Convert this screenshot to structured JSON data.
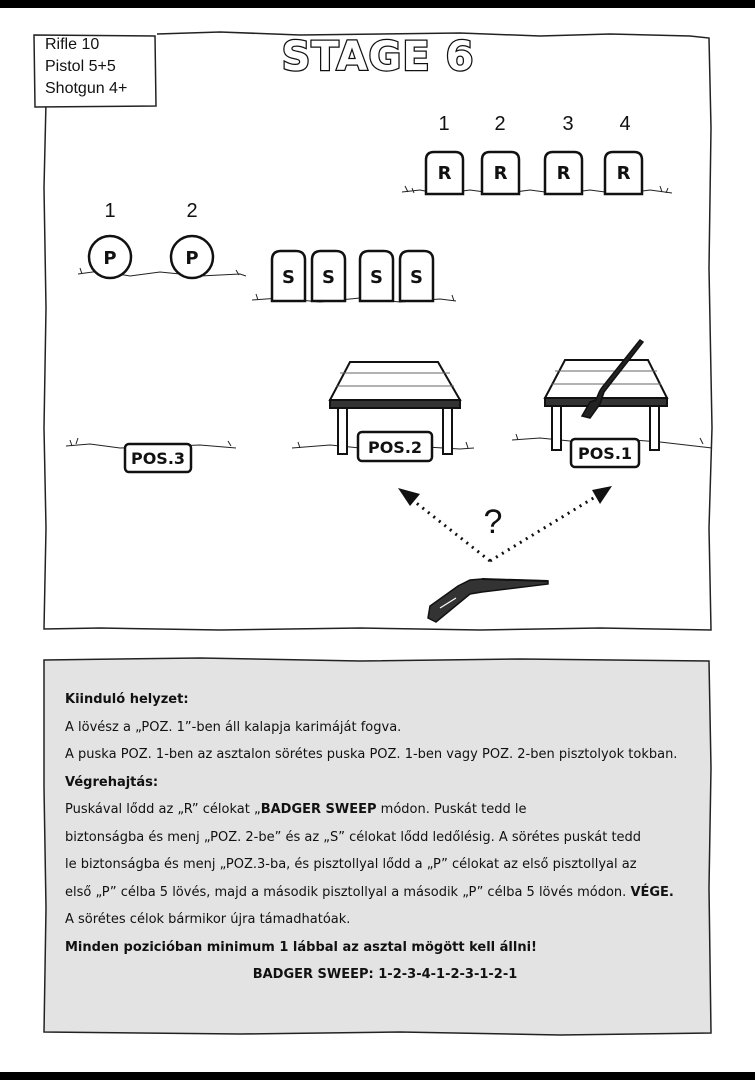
{
  "ammo": {
    "lines": [
      "Rifle 10",
      "Pistol 5+5",
      "Shotgun  4+"
    ]
  },
  "title": "STAGE 6",
  "targets": {
    "rifle": {
      "numbers": [
        "1",
        "2",
        "3",
        "4"
      ],
      "letter": "R"
    },
    "pistol": {
      "numbers": [
        "1",
        "2"
      ],
      "letter": "P"
    },
    "shotgun": {
      "letter": "S"
    }
  },
  "positions": {
    "pos1": "POS.1",
    "pos2": "POS.2",
    "pos3": "POS.3"
  },
  "question_mark": "?",
  "description": {
    "heading_start": "Kiinduló helyzet:",
    "line1": "A lövész a „POZ. 1”-ben áll kalapja karimáját fogva.",
    "line2": "A puska POZ. 1-ben az asztalon sörétes puska POZ. 1-ben vagy POZ. 2-ben pisztolyok tokban.",
    "heading_exec": "Végrehajtás:",
    "line3_a": "Puskával lődd az „R” célokat „",
    "line3_b": "BADGER SWEEP",
    "line3_c": " módon. Puskát tedd le",
    "line4": "biztonságba és menj „POZ. 2-be” és az „S” célokat lődd ledőlésig. A sörétes puskát tedd",
    "line5": " le biztonságba és menj „POZ.3-ba, és pisztollyal lődd a „P” célokat az első pisztollyal az",
    "line6_a": "első „P” célba 5 lövés, majd a második pisztollyal a második „P” célba 5 lövés módon. ",
    "line6_b": "VÉGE.",
    "line7": "A sörétes célok bármikor újra támadhatóak.",
    "line8": "Minden pozicióban minimum 1 lábbal az asztal mögött kell állni!",
    "line9": "BADGER SWEEP: 1-2-3-4-1-2-3-1-2-1"
  }
}
